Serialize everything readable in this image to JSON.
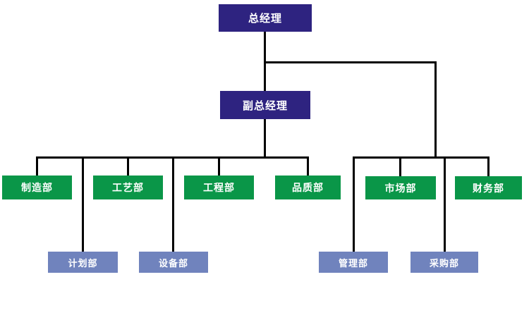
{
  "palette": {
    "page_background": "#FFFFFF",
    "executive_box": "#2E2380",
    "department_box": "#0A9648",
    "office_box": "#7083BD",
    "box_text": "#FFFFFF",
    "connector_line": "#000000"
  },
  "org_chart": {
    "type": "organization-chart",
    "nodes": [
      {
        "label": "总经理",
        "style": "executive",
        "reports_to": null
      },
      {
        "label": "副总经理",
        "style": "executive",
        "reports_to": "总经理"
      },
      {
        "label": "制造部",
        "style": "department",
        "reports_to": "副总经理"
      },
      {
        "label": "工艺部",
        "style": "department",
        "reports_to": "副总经理"
      },
      {
        "label": "工程部",
        "style": "department",
        "reports_to": "副总经理"
      },
      {
        "label": "品质部",
        "style": "department",
        "reports_to": "副总经理"
      },
      {
        "label": "市场部",
        "style": "department",
        "reports_to": "总经理"
      },
      {
        "label": "财务部",
        "style": "department",
        "reports_to": "总经理"
      },
      {
        "label": "计划部",
        "style": "sub_department",
        "reports_to": "副总经理"
      },
      {
        "label": "设备部",
        "style": "sub_department",
        "reports_to": "副总经理"
      },
      {
        "label": "管理部",
        "style": "sub_department",
        "reports_to": "总经理"
      },
      {
        "label": "采购部",
        "style": "sub_department",
        "reports_to": "总经理"
      }
    ]
  }
}
